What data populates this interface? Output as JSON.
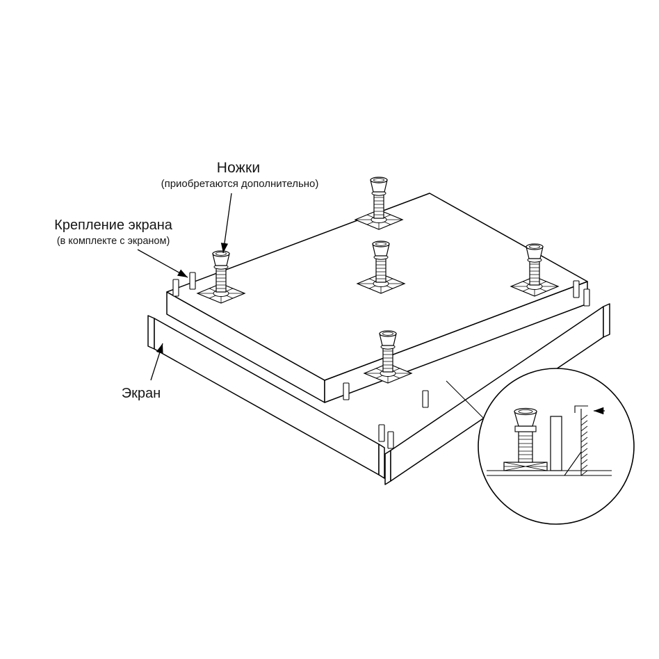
{
  "page": {
    "background": "#ffffff",
    "line_color": "#000000",
    "text_color": "#161616"
  },
  "labels": {
    "legs": {
      "title": "Ножки",
      "subtitle": "(приобретаются дополнительно)"
    },
    "screen_mount": {
      "title": "Крепление экрана",
      "subtitle": "(в комплекте с экраном)"
    },
    "screen": {
      "title": "Экран"
    }
  }
}
